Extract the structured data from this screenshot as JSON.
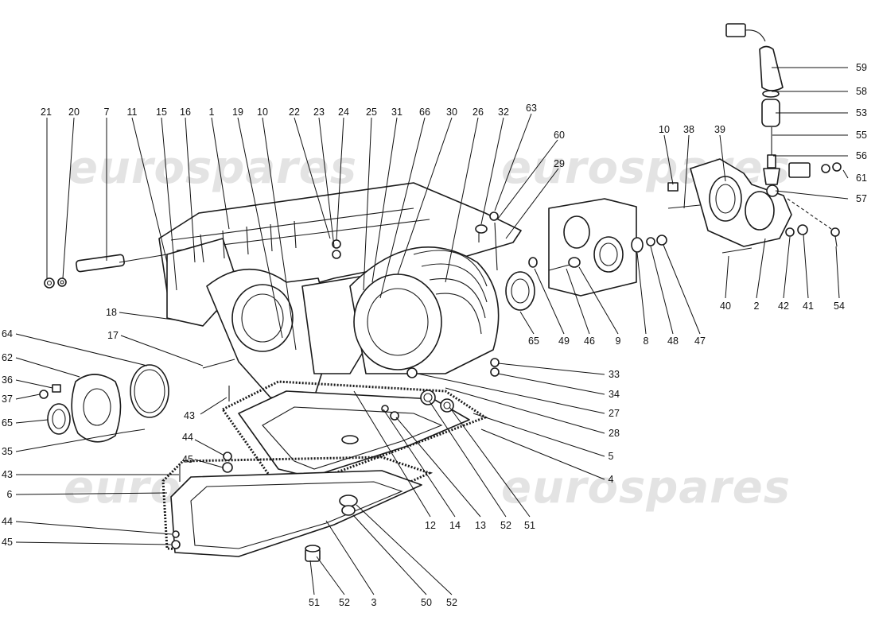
{
  "watermark": {
    "text": "eurospares"
  },
  "colors": {
    "ink": "#111111",
    "watermark": "#e3e3e3",
    "background": "#ffffff"
  },
  "callouts": [
    {
      "id": "c21",
      "text": "21"
    },
    {
      "id": "c20",
      "text": "20"
    },
    {
      "id": "c7",
      "text": "7"
    },
    {
      "id": "c11",
      "text": "11"
    },
    {
      "id": "c15",
      "text": "15"
    },
    {
      "id": "c16",
      "text": "16"
    },
    {
      "id": "c1",
      "text": "1"
    },
    {
      "id": "c19",
      "text": "19"
    },
    {
      "id": "c10a",
      "text": "10"
    },
    {
      "id": "c22",
      "text": "22"
    },
    {
      "id": "c23",
      "text": "23"
    },
    {
      "id": "c24",
      "text": "24"
    },
    {
      "id": "c25",
      "text": "25"
    },
    {
      "id": "c31",
      "text": "31"
    },
    {
      "id": "c66",
      "text": "66"
    },
    {
      "id": "c30",
      "text": "30"
    },
    {
      "id": "c26",
      "text": "26"
    },
    {
      "id": "c32",
      "text": "32"
    },
    {
      "id": "c63",
      "text": "63"
    },
    {
      "id": "c60",
      "text": "60"
    },
    {
      "id": "c29",
      "text": "29"
    },
    {
      "id": "c10b",
      "text": "10"
    },
    {
      "id": "c38",
      "text": "38"
    },
    {
      "id": "c39",
      "text": "39"
    },
    {
      "id": "c59",
      "text": "59"
    },
    {
      "id": "c58",
      "text": "58"
    },
    {
      "id": "c53",
      "text": "53"
    },
    {
      "id": "c55",
      "text": "55"
    },
    {
      "id": "c56",
      "text": "56"
    },
    {
      "id": "c61",
      "text": "61"
    },
    {
      "id": "c57",
      "text": "57"
    },
    {
      "id": "c18",
      "text": "18"
    },
    {
      "id": "c17",
      "text": "17"
    },
    {
      "id": "c64",
      "text": "64"
    },
    {
      "id": "c62",
      "text": "62"
    },
    {
      "id": "c36",
      "text": "36"
    },
    {
      "id": "c37",
      "text": "37"
    },
    {
      "id": "c65a",
      "text": "65"
    },
    {
      "id": "c35",
      "text": "35"
    },
    {
      "id": "c43a",
      "text": "43"
    },
    {
      "id": "c44a",
      "text": "44"
    },
    {
      "id": "c45a",
      "text": "45"
    },
    {
      "id": "c43b",
      "text": "43"
    },
    {
      "id": "c6",
      "text": "6"
    },
    {
      "id": "c44b",
      "text": "44"
    },
    {
      "id": "c45b",
      "text": "45"
    },
    {
      "id": "c51a",
      "text": "51"
    },
    {
      "id": "c52a",
      "text": "52"
    },
    {
      "id": "c3",
      "text": "3"
    },
    {
      "id": "c50",
      "text": "50"
    },
    {
      "id": "c52b",
      "text": "52"
    },
    {
      "id": "c12",
      "text": "12"
    },
    {
      "id": "c14",
      "text": "14"
    },
    {
      "id": "c13",
      "text": "13"
    },
    {
      "id": "c52c",
      "text": "52"
    },
    {
      "id": "c51b",
      "text": "51"
    },
    {
      "id": "c4",
      "text": "4"
    },
    {
      "id": "c5",
      "text": "5"
    },
    {
      "id": "c28",
      "text": "28"
    },
    {
      "id": "c27",
      "text": "27"
    },
    {
      "id": "c34",
      "text": "34"
    },
    {
      "id": "c33",
      "text": "33"
    },
    {
      "id": "c65b",
      "text": "65"
    },
    {
      "id": "c49",
      "text": "49"
    },
    {
      "id": "c46",
      "text": "46"
    },
    {
      "id": "c9",
      "text": "9"
    },
    {
      "id": "c8",
      "text": "8"
    },
    {
      "id": "c48",
      "text": "48"
    },
    {
      "id": "c47",
      "text": "47"
    },
    {
      "id": "c40",
      "text": "40"
    },
    {
      "id": "c2",
      "text": "2"
    },
    {
      "id": "c42",
      "text": "42"
    },
    {
      "id": "c41",
      "text": "41"
    },
    {
      "id": "c54",
      "text": "54"
    }
  ]
}
